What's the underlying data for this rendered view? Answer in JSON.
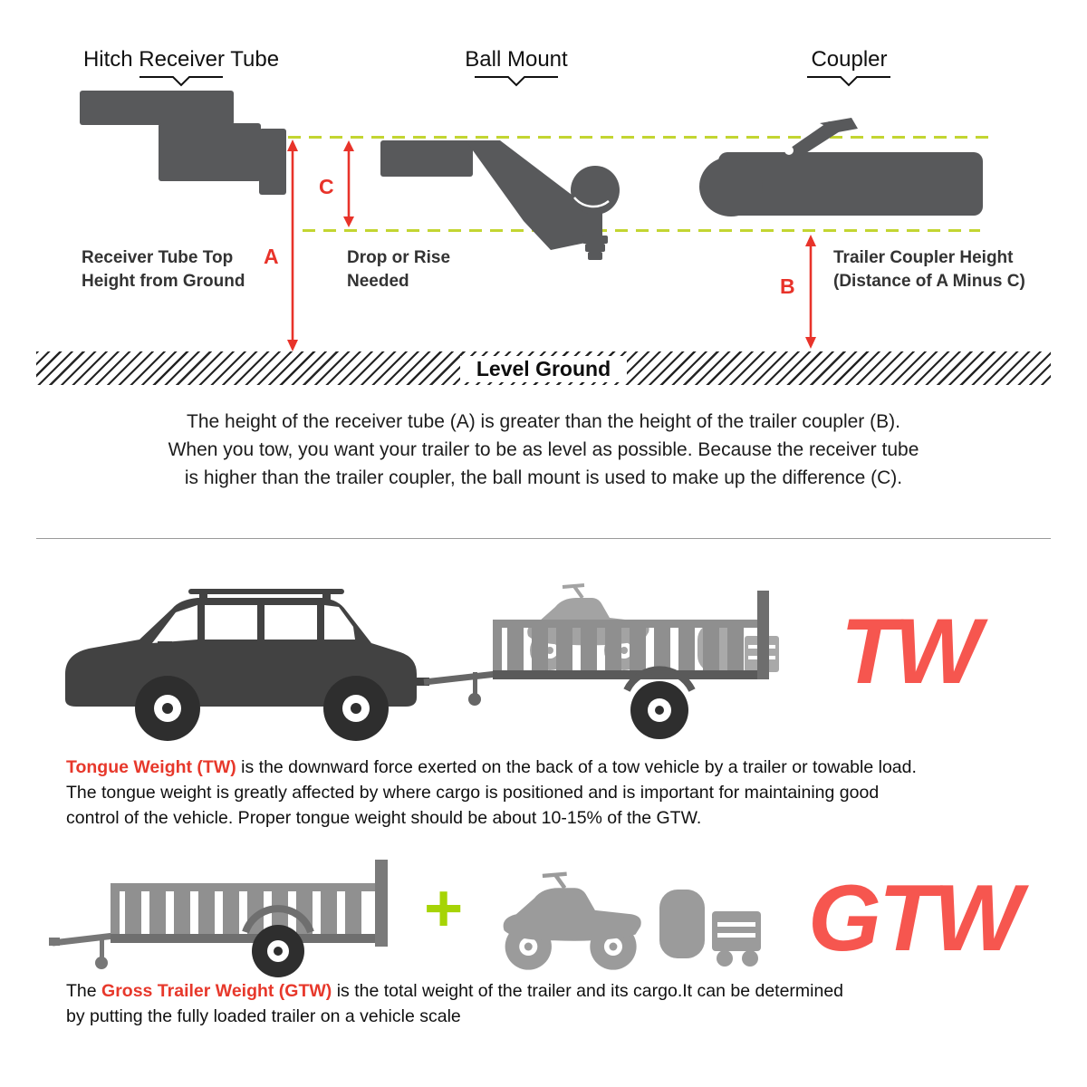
{
  "colors": {
    "accent_red": "#e8332a",
    "term_red": "#e7382b",
    "big_acronym_red": "#f6564f",
    "dashed_line_green": "#c3d531",
    "plus_green": "#a6d406",
    "silhouette_dark": "#58595b",
    "silhouette_vehicle": "#424242",
    "silhouette_light": "#a3a3a3"
  },
  "top_diagram": {
    "labels": {
      "hitch": "Hitch Receiver Tube",
      "ball_mount": "Ball Mount",
      "coupler": "Coupler"
    },
    "marker_a": "A",
    "marker_b": "B",
    "marker_c": "C",
    "receiver_height": [
      "Receiver Tube Top",
      "Height from Ground"
    ],
    "drop_rise": [
      "Drop or Rise",
      "Needed"
    ],
    "coupler_height": [
      "Trailer Coupler Height",
      "(Distance of A Minus C)"
    ],
    "ground_label": "Level Ground",
    "explanation_lines": [
      "The height of the receiver tube (A) is greater than the height of the trailer coupler (B).",
      "When you tow, you want your trailer to be as level as possible. Because the receiver tube",
      "is higher than the trailer coupler, the ball mount is used to make up the difference (C)."
    ]
  },
  "tw": {
    "acronym": "TW",
    "term": "Tongue Weight (TW)",
    "line1_rest": " is the downward force exerted on the back of a tow vehicle by a trailer or towable load.",
    "line2": "The tongue weight is greatly affected by where cargo is positioned and is important for maintaining good",
    "line3": "control of the vehicle. Proper tongue weight should be about 10-15% of the GTW."
  },
  "gtw": {
    "acronym": "GTW",
    "plus": "+",
    "line1_prefix": "The ",
    "term": "Gross Trailer Weight (GTW)",
    "line1_rest": " is the total weight of the trailer and its cargo.It can be determined",
    "line2": "by putting the fully loaded trailer on a vehicle scale"
  },
  "illustrations": {
    "hitch_receiver": "hitch-receiver-silhouette",
    "ball_mount": "ball-mount-silhouette",
    "coupler": "coupler-silhouette",
    "suv_towing_trailer": "suv-towing-trailer-silhouette",
    "trailer": "utility-trailer-silhouette",
    "atv": "atv-silhouette",
    "cargo": "cargo-silhouette"
  }
}
